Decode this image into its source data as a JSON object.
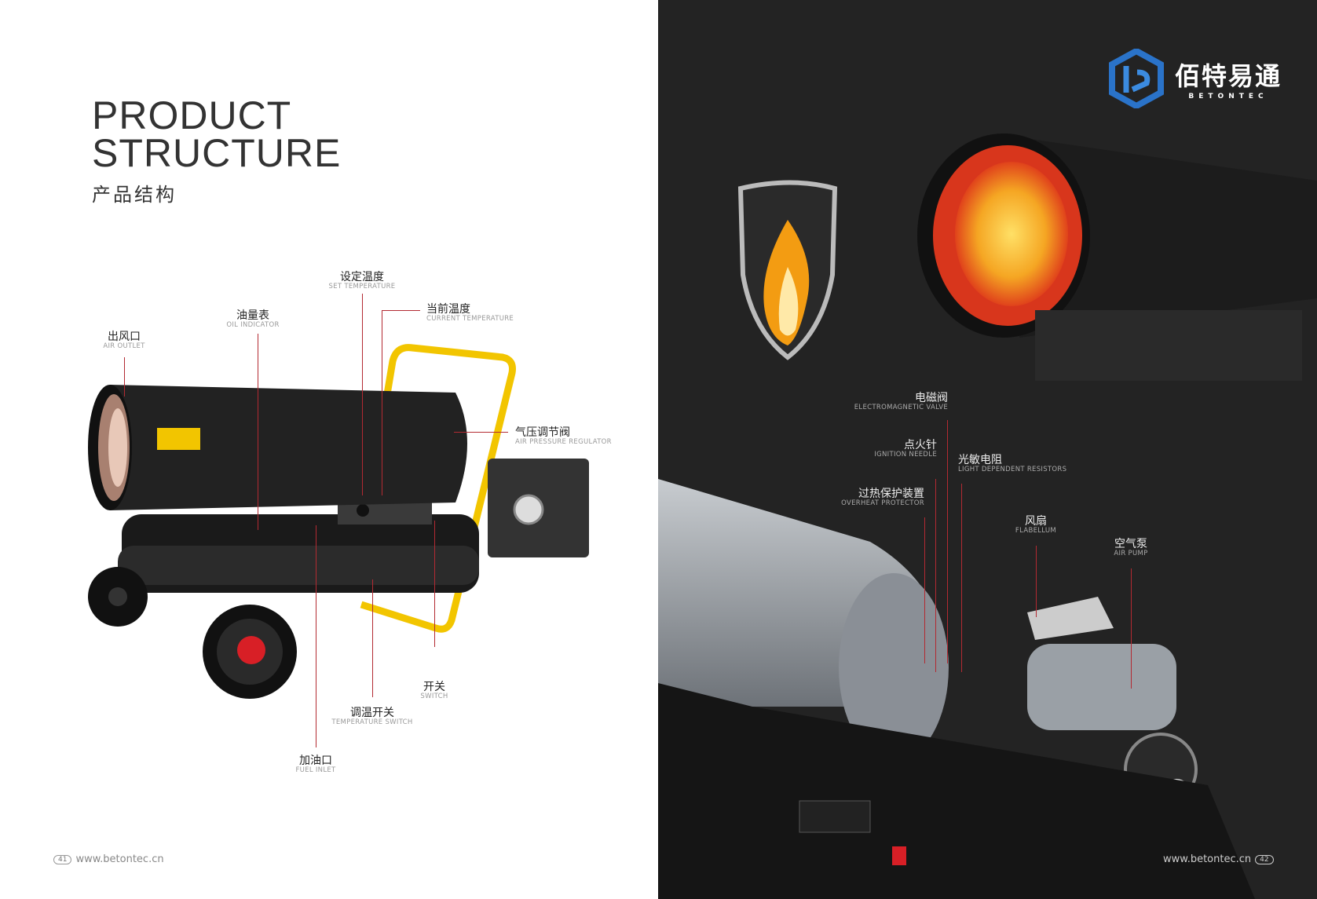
{
  "left_page": {
    "title_line1": "PRODUCT",
    "title_line2": "STRUCTURE",
    "subtitle": "产品结构",
    "labels": [
      {
        "cn": "出风口",
        "en": "AIR OUTLET"
      },
      {
        "cn": "油量表",
        "en": "OIL INDICATOR"
      },
      {
        "cn": "设定温度",
        "en": "SET TEMPERATURE"
      },
      {
        "cn": "当前温度",
        "en": "CURRENT TEMPERATURE"
      },
      {
        "cn": "气压调节阀",
        "en": "AIR PRESSURE REGULATOR"
      },
      {
        "cn": "开关",
        "en": "SWITCH"
      },
      {
        "cn": "调温开关",
        "en": "TEMPERATURE SWITCH"
      },
      {
        "cn": "加油口",
        "en": "FUEL INLET"
      }
    ],
    "page_number": "41",
    "website": "www.betontec.cn"
  },
  "right_page": {
    "logo": {
      "cn": "佰特易通",
      "en": "BETONTEC"
    },
    "labels": [
      {
        "cn": "电磁阀",
        "en": "ELECTROMAGNETIC VALVE"
      },
      {
        "cn": "点火针",
        "en": "IGNITION NEEDLE"
      },
      {
        "cn": "光敏电阻",
        "en": "LIGHT DEPENDENT RESISTORS"
      },
      {
        "cn": "过热保护装置",
        "en": "OVERHEAT PROTECTOR"
      },
      {
        "cn": "风扇",
        "en": "FLABELLUM"
      },
      {
        "cn": "空气泵",
        "en": "AIR PUMP"
      }
    ],
    "page_number": "42",
    "website": "www.betontec.cn"
  },
  "colors": {
    "accent_line": "#b32a32",
    "dark_bg": "#232323",
    "handle": "#f2c500"
  }
}
